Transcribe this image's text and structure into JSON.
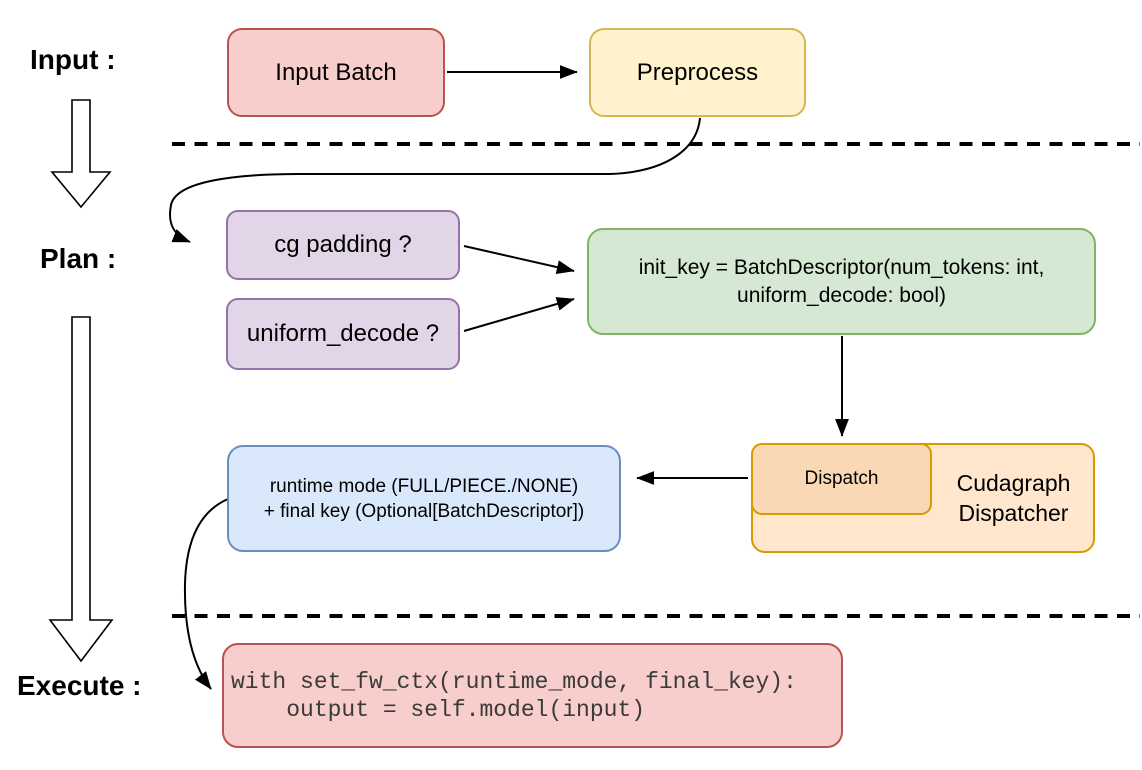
{
  "stage_labels": {
    "input": "Input :",
    "plan": "Plan :",
    "execute": "Execute :"
  },
  "nodes": {
    "input_batch": {
      "label": "Input Batch",
      "fill": "#F8CECC",
      "stroke": "#B85450"
    },
    "preprocess": {
      "label": "Preprocess",
      "fill": "#FFF2CC",
      "stroke": "#D6B656"
    },
    "cg_padding": {
      "label": "cg padding ?",
      "fill": "#E1D5E7",
      "stroke": "#9673A6"
    },
    "uniform_decode": {
      "label": "uniform_decode ?",
      "fill": "#E1D5E7",
      "stroke": "#9673A6"
    },
    "init_key": {
      "line1": "init_key = BatchDescriptor(num_tokens: int,",
      "line2": "uniform_decode: bool)",
      "fill": "#D5E8D4",
      "stroke": "#82B366"
    },
    "dispatch": {
      "label": "Dispatch",
      "fill": "#FAD7B5",
      "stroke": "#D79B00"
    },
    "cudagraph_dispatcher": {
      "line1": "Cudagraph",
      "line2": "Dispatcher",
      "fill": "#FFE6CC",
      "stroke": "#D79B00"
    },
    "runtime_mode": {
      "line1": "runtime mode (FULL/PIECE./NONE)",
      "line2": "+ final key (Optional[BatchDescriptor])",
      "fill": "#DAE8FC",
      "stroke": "#6C8EBF"
    },
    "execute_code": {
      "line1": "with set_fw_ctx(runtime_mode, final_key):",
      "line2": "    output = self.model(input)",
      "fill": "#F8CECC",
      "stroke": "#B85450"
    }
  },
  "connector_color": "#000000"
}
